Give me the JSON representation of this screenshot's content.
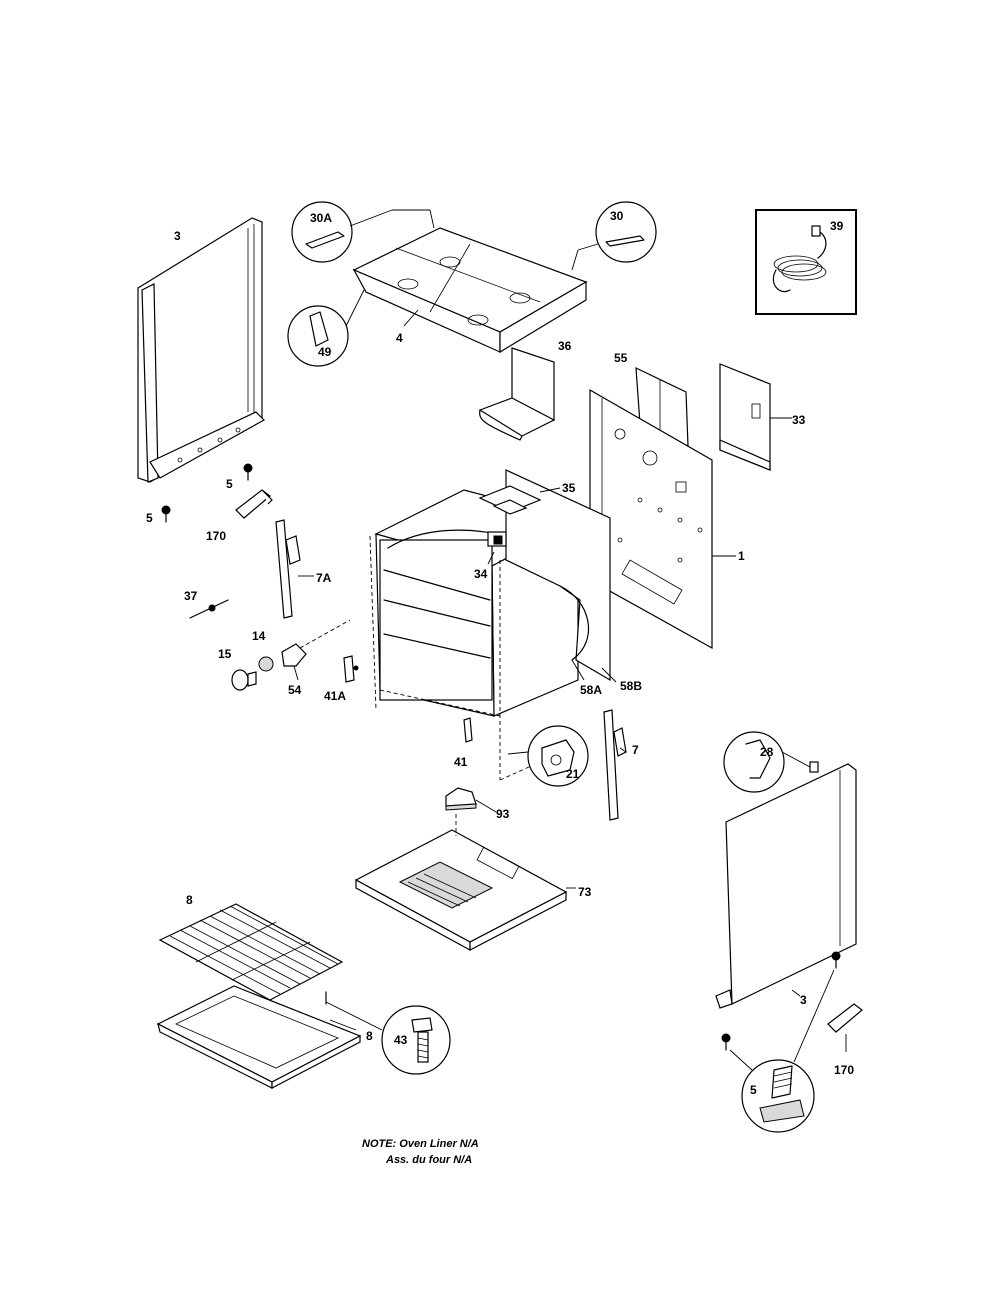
{
  "labels": {
    "l_3a": "3",
    "l_30a": "30A",
    "l_30": "30",
    "l_39": "39",
    "l_4": "4",
    "l_49": "49",
    "l_36": "36",
    "l_55": "55",
    "l_33": "33",
    "l_5a": "5",
    "l_5b": "5",
    "l_170a": "170",
    "l_35": "35",
    "l_34": "34",
    "l_1": "1",
    "l_7a": "7A",
    "l_37": "37",
    "l_14": "14",
    "l_15": "15",
    "l_54": "54",
    "l_41a": "41A",
    "l_58a": "58A",
    "l_58b": "58B",
    "l_41": "41",
    "l_21": "21",
    "l_7": "7",
    "l_28": "28",
    "l_93": "93",
    "l_73": "73",
    "l_8a": "8",
    "l_8b": "8",
    "l_43": "43",
    "l_3b": "3",
    "l_170b": "170",
    "l_5c": "5"
  },
  "note": {
    "line1": "NOTE: Oven Liner N/A",
    "line2": "Ass. du four N/A"
  }
}
